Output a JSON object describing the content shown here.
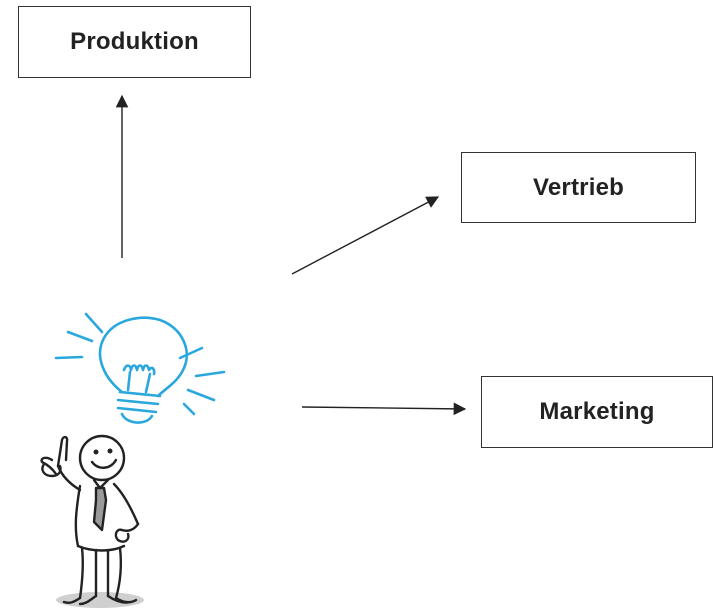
{
  "boxes": {
    "produktion": "Produktion",
    "vertrieb": "Vertrieb",
    "marketing": "Marketing"
  },
  "icons": {
    "person": "thinking-person-icon",
    "lightbulb": "lightbulb-icon"
  },
  "colors": {
    "box_border": "#333333",
    "arrow": "#222222",
    "lightbulb": "#2aa7dc",
    "tie": "#9a9a9a",
    "shadow": "#cfcfcf"
  }
}
